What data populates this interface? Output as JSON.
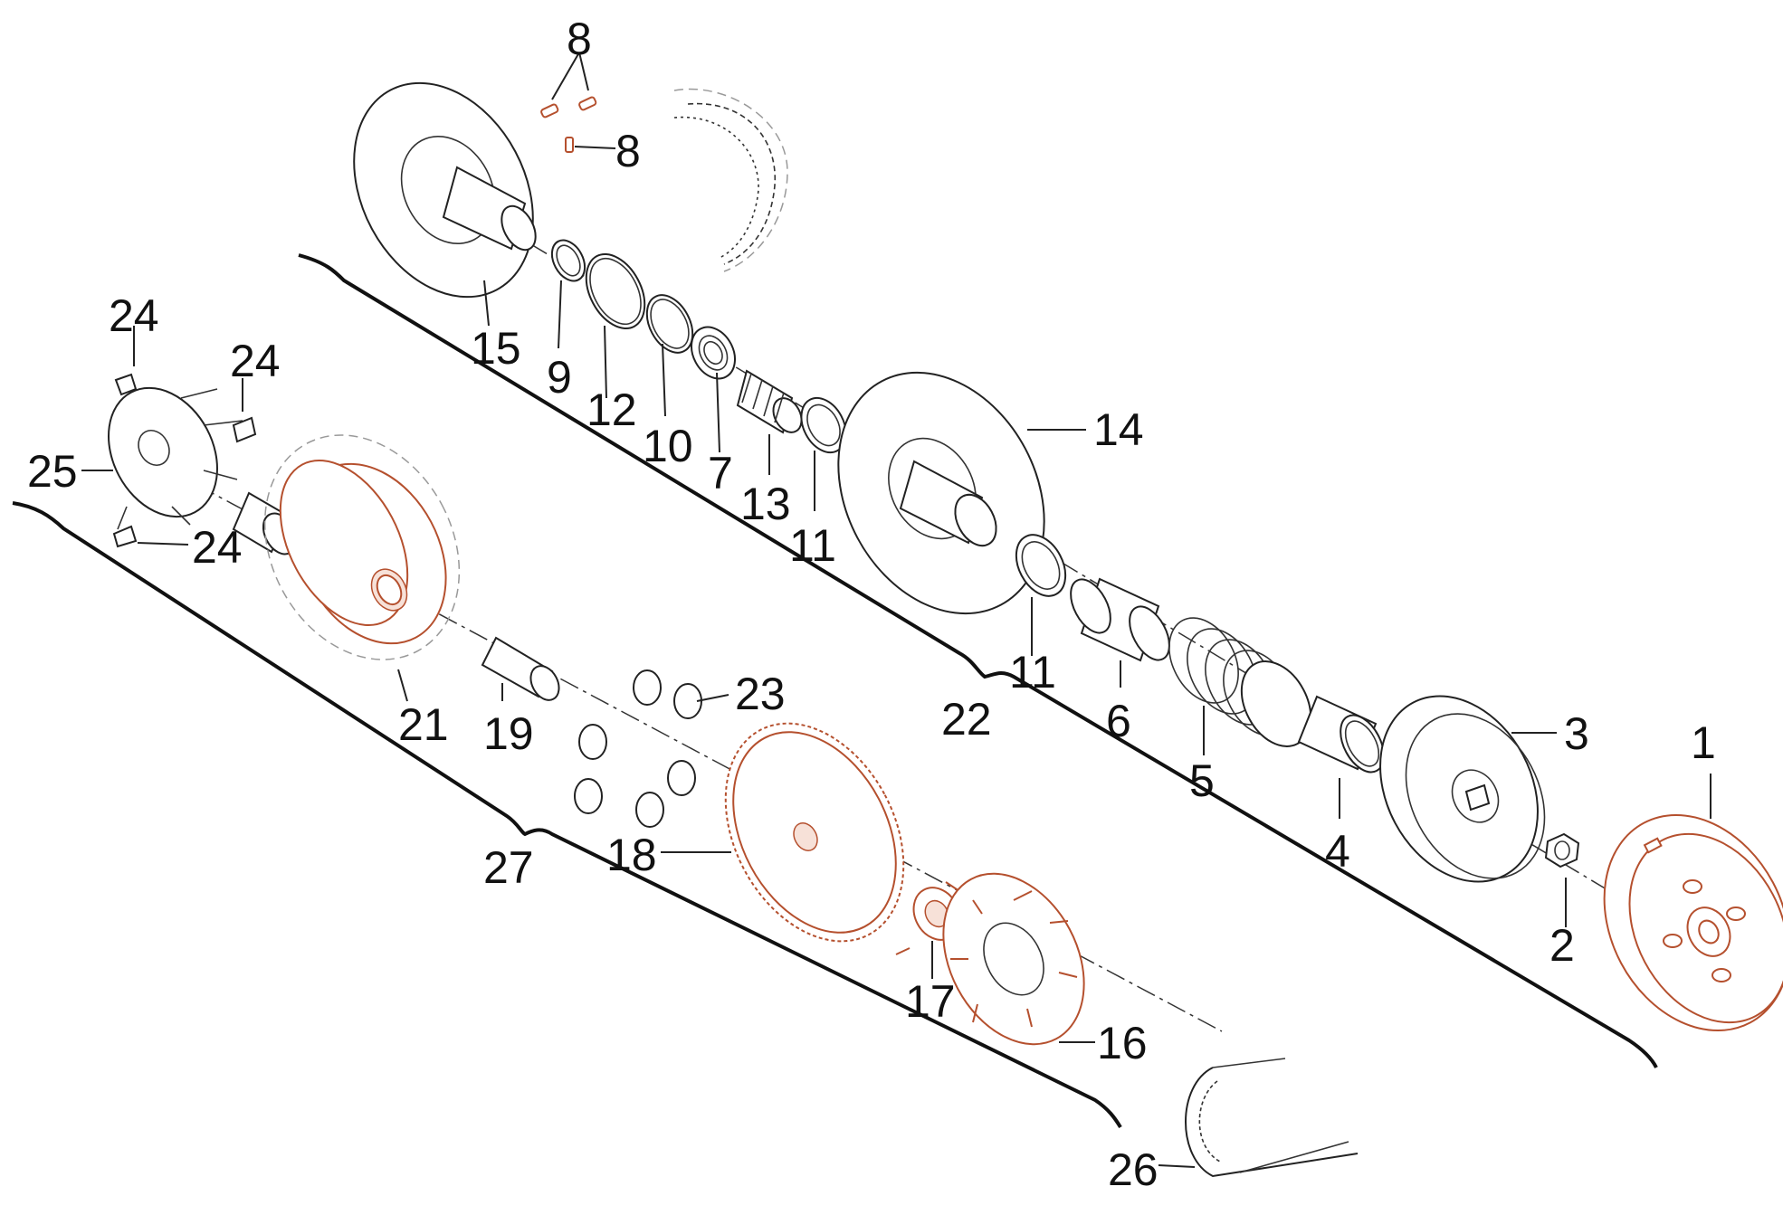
{
  "diagram": {
    "callouts": [
      {
        "id": "c1",
        "text": "1"
      },
      {
        "id": "c2",
        "text": "2"
      },
      {
        "id": "c3",
        "text": "3"
      },
      {
        "id": "c4",
        "text": "4"
      },
      {
        "id": "c5",
        "text": "5"
      },
      {
        "id": "c6",
        "text": "6"
      },
      {
        "id": "c7",
        "text": "7"
      },
      {
        "id": "c8a",
        "text": "8"
      },
      {
        "id": "c8b",
        "text": "8"
      },
      {
        "id": "c9",
        "text": "9"
      },
      {
        "id": "c10",
        "text": "10"
      },
      {
        "id": "c11a",
        "text": "11"
      },
      {
        "id": "c11b",
        "text": "11"
      },
      {
        "id": "c12",
        "text": "12"
      },
      {
        "id": "c13",
        "text": "13"
      },
      {
        "id": "c14",
        "text": "14"
      },
      {
        "id": "c15",
        "text": "15"
      },
      {
        "id": "c16",
        "text": "16"
      },
      {
        "id": "c17",
        "text": "17"
      },
      {
        "id": "c18",
        "text": "18"
      },
      {
        "id": "c19",
        "text": "19"
      },
      {
        "id": "c21",
        "text": "21"
      },
      {
        "id": "c22",
        "text": "22"
      },
      {
        "id": "c23",
        "text": "23"
      },
      {
        "id": "c24a",
        "text": "24"
      },
      {
        "id": "c24b",
        "text": "24"
      },
      {
        "id": "c24c",
        "text": "24"
      },
      {
        "id": "c25",
        "text": "25"
      },
      {
        "id": "c26",
        "text": "26"
      },
      {
        "id": "c27",
        "text": "27"
      }
    ],
    "colors": {
      "line": "#222222",
      "highlight": "#b5502e",
      "highlight_fill": "#f7e1d8"
    }
  }
}
